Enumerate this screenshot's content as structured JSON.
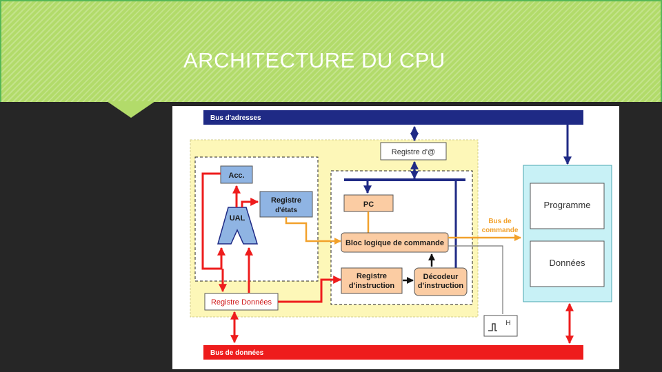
{
  "slide": {
    "title": "ARCHITECTURE DU CPU"
  },
  "diagram": {
    "bus_adresses": "Bus d'adresses",
    "bus_donnees": "Bus de données",
    "bus_commande_line1": "Bus de",
    "bus_commande_line2": "commande",
    "registre_adresse": "Registre d'@",
    "acc": "Acc.",
    "registre_etats_line1": "Registre",
    "registre_etats_line2": "d'états",
    "ual": "UAL",
    "pc": "PC",
    "bloc_logique": "Bloc logique de commande",
    "registre_instruction_line1": "Registre",
    "registre_instruction_line2": "d'instruction",
    "decodeur_line1": "Décodeur",
    "decodeur_line2": "d'instruction",
    "registre_donnees": "Registre Données",
    "programme": "Programme",
    "donnees": "Données",
    "horloge": "H"
  },
  "colors": {
    "address_bus": "#1f2a85",
    "data_bus": "#ee1c1c",
    "command_bus": "#f2a12b",
    "cpu_area": "#fdf7b8",
    "register_fill": "#fbcca3",
    "acc_fill": "#8fb4e3",
    "memory_fill": "#c8f1f6"
  }
}
